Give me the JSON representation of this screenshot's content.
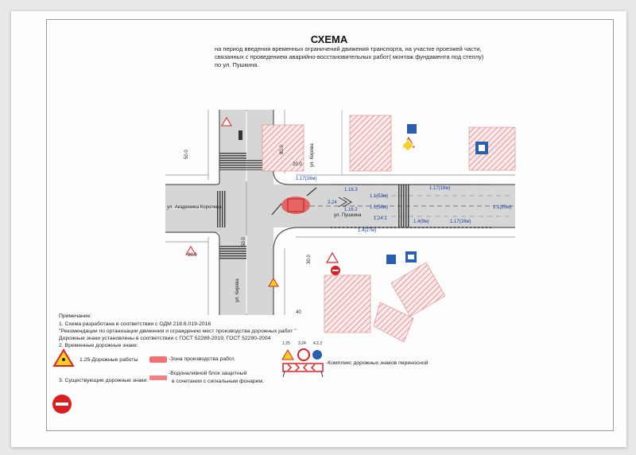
{
  "title": "СХЕМА",
  "subtitle_lines": [
    "на период введения временных ограничений движения транспорта, на участке проезжей части,",
    "связанных с проведением аварийно-восстановительных работ( монтаж фундамента под стеллу)",
    "по ул. Пушкина."
  ],
  "streets": {
    "akademika_koroleva": "ул. Академика Королева",
    "pushkina": "ул. Пушкина",
    "kirova_top": "ул. Кирова",
    "kirova_bottom": "ул. Кирова"
  },
  "dimensions": [
    "50.0",
    "80.0",
    "20.0",
    "30.0",
    "90.0",
    "50.0"
  ],
  "markings": [
    "1.17(16м)",
    "1.1(53м)",
    "1.1(56м)",
    "1.24.1",
    "1.4(9м)",
    "1.17(16м)",
    "1.1(20м)",
    "1.4(27м)",
    "1.16.3",
    "1.16.2",
    "3.24",
    "1.17(16м)"
  ],
  "notes": {
    "heading": "Примечание:",
    "lines": [
      "1. Схема разработана в соответствии с ОДМ 218.6.019-2016",
      "\"Рекомендации по организации движения и ограждению мест производства дорожных работ \"",
      "Дорожные знаки установлены в соответствии с ГОСТ  52289-2019, ГОСТ 52290-2004",
      "2. Временные дорожные знаки:"
    ],
    "existing_signs": "3. Существующие дорожные знаки:"
  },
  "legend": {
    "road_works": "1.25-Дорожные работы",
    "work_zone": "-Зона производства работ.",
    "barrier_line1": "-Водоналивной блок защитный",
    "barrier_line2": "в сочетании с сигнальным фонарем.",
    "sign_complex": "-Комплекс дорожных знаков переносной",
    "complex_codes": [
      "1.25",
      "3.24",
      "4.2.2"
    ],
    "speed_limit": "40"
  },
  "colors": {
    "road": "#d4d4d4",
    "hatch": "#e05a5a",
    "work_zone": "#e85050",
    "sign_blue": "#2a5fb0",
    "sign_red": "#d82020"
  }
}
